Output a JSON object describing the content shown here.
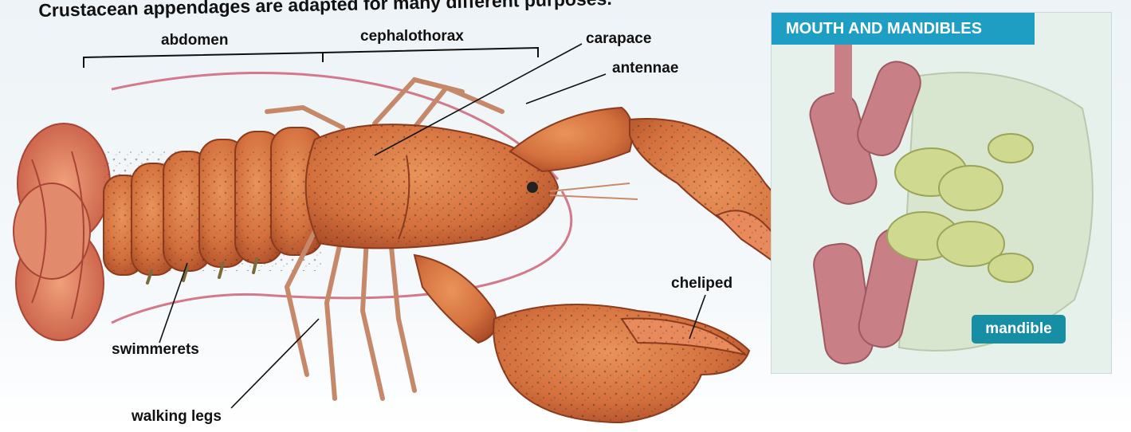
{
  "caption": "Crustacean appendages are adapted for many different purposes.",
  "labels": {
    "abdomen": "abdomen",
    "cephalothorax": "cephalothorax",
    "carapace": "carapace",
    "antennae": "antennae",
    "cheliped": "cheliped",
    "swimmerets": "swimmerets",
    "walking_legs": "walking legs"
  },
  "inset": {
    "title": "MOUTH AND MANDIBLES",
    "mandible_label": "mandible",
    "header_color": "#1f9ec4",
    "badge_color": "#168ea4"
  },
  "colors": {
    "lobster_shell": "#d4713e",
    "lobster_dark": "#b4502a",
    "antenna": "#d27a8c"
  }
}
